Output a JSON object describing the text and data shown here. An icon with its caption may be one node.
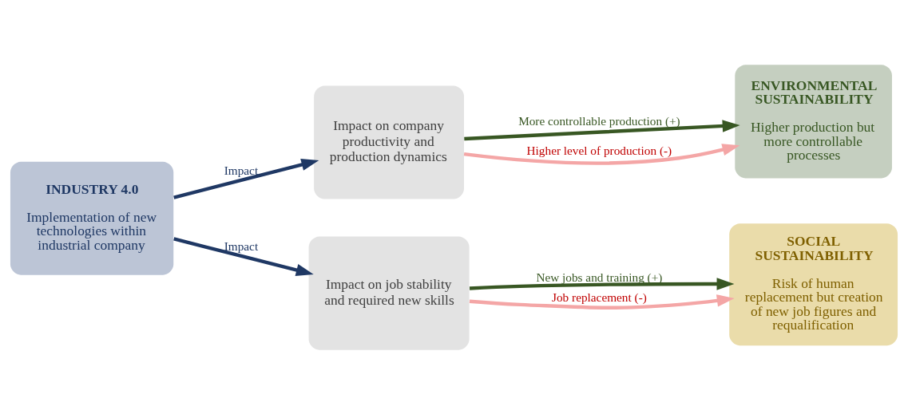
{
  "diagram": {
    "nodes": [
      {
        "text": [
          "INDUSTRY 4.0",
          "Implementation of new technologies within industrial company"
        ]
      },
      {
        "text": [
          "Impact on company productivity and production dynamics"
        ]
      },
      {
        "text": [
          "Impact on job stability and required new skills"
        ]
      },
      {
        "text": [
          "ENVIRONMENTAL SUSTAINABILITY",
          "Higher production but more controllable processes"
        ]
      },
      {
        "text": [
          "SOCIAL SUSTAINABILITY",
          "Risk of human replacement but creation of new job figures and requalification"
        ]
      }
    ],
    "edges": [
      {
        "from": 0,
        "to": 1,
        "arrow": "to",
        "label": "Impact",
        "color": "#1f3864"
      },
      {
        "from": 0,
        "to": 2,
        "arrow": "to",
        "label": "Impact",
        "color": "#1f3864"
      },
      {
        "from": 1,
        "to": 3,
        "arrow": "to",
        "label": "More controllable production (+)",
        "color": "#385723"
      },
      {
        "from": 1,
        "to": 3,
        "arrow": "to",
        "label": "Higher level of production (-)",
        "color": "#f4a6a6"
      },
      {
        "from": 2,
        "to": 4,
        "arrow": "to",
        "label": "New jobs and training (+)",
        "color": "#385723"
      },
      {
        "from": 2,
        "to": 4,
        "arrow": "to",
        "label": "Job replacement (-)",
        "color": "#f4a6a6"
      }
    ]
  }
}
